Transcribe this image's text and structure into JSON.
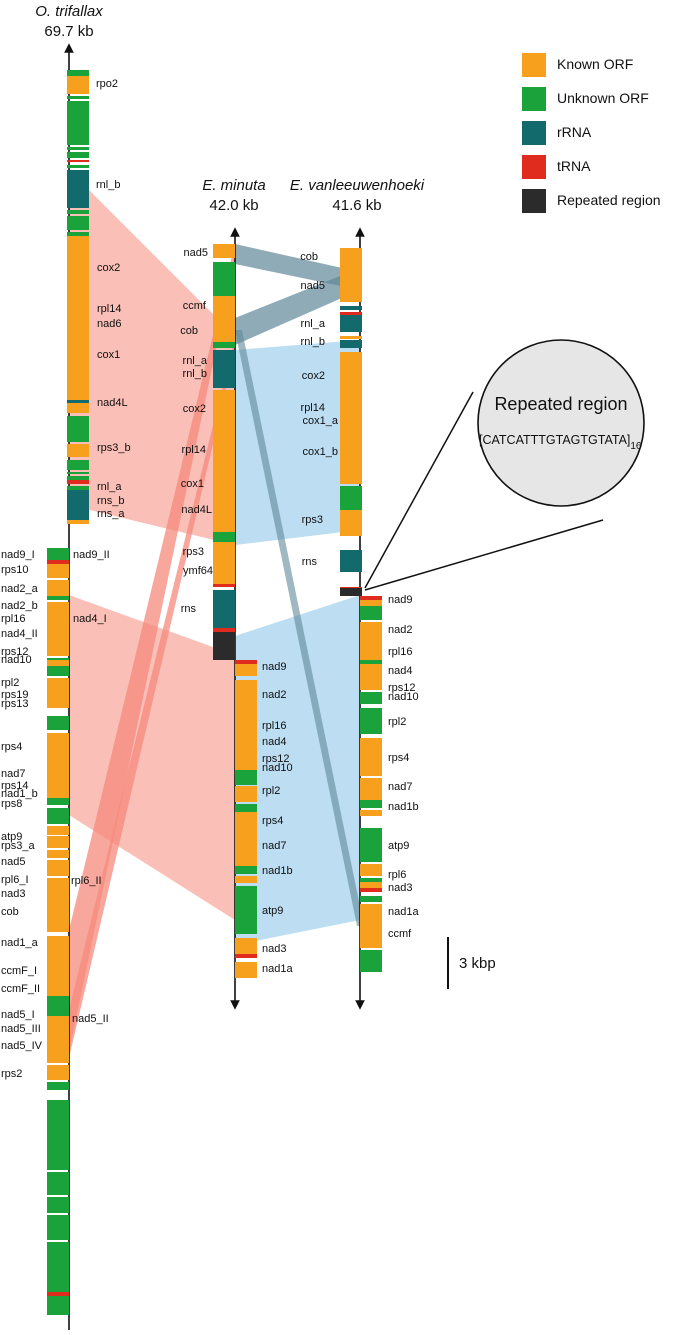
{
  "colors": {
    "known_orf": "#f7a01e",
    "unknown_orf": "#1aa33a",
    "rrna": "#126a6c",
    "trna": "#e02c1e",
    "repeated": "#2b2b2b",
    "synteny_a": "#f58a7c",
    "synteny_b": "#8fc7ea",
    "synteny_c": "#5f8898"
  },
  "legend": [
    {
      "label": "Known ORF",
      "key": "known_orf"
    },
    {
      "label": "Unknown ORF",
      "key": "unknown_orf"
    },
    {
      "label": "rRNA",
      "key": "rrna"
    },
    {
      "label": "tRNA",
      "key": "trna"
    },
    {
      "label": "Repeated region",
      "key": "repeated"
    }
  ],
  "genomes": {
    "otri": {
      "name": "O. trifallax",
      "size": "69.7 kb"
    },
    "emin": {
      "name": "E. minuta",
      "size": "42.0 kb"
    },
    "evan": {
      "name": "E. vanleeuwenhoeki",
      "size": "41.6 kb"
    }
  },
  "callout": {
    "title": "Repeated region",
    "sequence": "[CATCATTTGTAGTGTATA]",
    "subscript": "16"
  },
  "scale": {
    "label": "3 kbp"
  },
  "gene_labels": {
    "otri": [
      "rpo2",
      "rnl_b",
      "cox2",
      "rpl14",
      "nad6",
      "cox1",
      "nad4L",
      "rps3_b",
      "rnl_a",
      "rns_b",
      "rns_a",
      "nad9_I",
      "nad9_II",
      "rps10",
      "nad2_a",
      "nad2_b",
      "rpl16",
      "nad4_I",
      "nad4_II",
      "rps12",
      "nad10",
      "rpl2",
      "rps19",
      "rps13",
      "rps4",
      "nad7",
      "rps14",
      "nad1_b",
      "rps8",
      "atp9",
      "rps3_a",
      "nad5",
      "rpl6_I",
      "rpl6_II",
      "nad3",
      "cob",
      "nad1_a",
      "ccmF_I",
      "ccmF_II",
      "nad5_I",
      "nad5_II",
      "nad5_III",
      "nad5_IV",
      "rps2"
    ],
    "emin": [
      "nad5",
      "ccmf",
      "cob",
      "rnl_a",
      "rnl_b",
      "cox2",
      "rpl14",
      "cox1",
      "nad4L",
      "rps3",
      "ymf64",
      "rns",
      "nad9",
      "nad2",
      "rpl16",
      "nad4",
      "rps12",
      "nad10",
      "rpl2",
      "rps4",
      "nad7",
      "nad1b",
      "atp9",
      "nad3",
      "nad1a"
    ],
    "evan": [
      "cob",
      "nad5",
      "rnl_a",
      "rnl_b",
      "cox2",
      "rpl14",
      "cox1_a",
      "cox1_b",
      "rps3",
      "rns",
      "nad9",
      "nad2",
      "rpl16",
      "nad4",
      "rps12",
      "nad10",
      "rpl2",
      "rps4",
      "nad7",
      "nad1b",
      "atp9",
      "rpl6",
      "nad3",
      "nad1a",
      "ccmf"
    ]
  }
}
